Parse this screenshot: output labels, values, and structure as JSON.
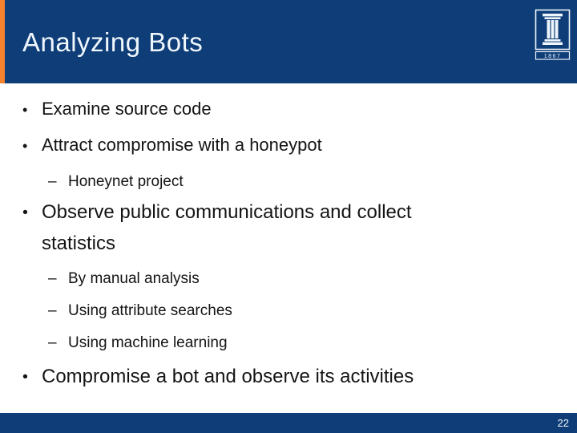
{
  "slide": {
    "title": "Analyzing Bots",
    "page_number": "22",
    "logo": {
      "year": "1867"
    },
    "markers": {
      "level1": "•",
      "level2": "–"
    },
    "bullets": [
      {
        "level": 1,
        "text": "Examine source code"
      },
      {
        "level": 1,
        "text": "Attract compromise with a honeypot"
      },
      {
        "level": 2,
        "text": "Honeynet project"
      },
      {
        "level": 1,
        "text": "Observe public communications and collect statistics"
      },
      {
        "level": 2,
        "text": "By manual analysis"
      },
      {
        "level": 2,
        "text": "Using attribute searches"
      },
      {
        "level": 2,
        "text": "Using machine learning"
      },
      {
        "level": 1,
        "text": "Compromise a bot and observe its activities"
      }
    ],
    "colors": {
      "header_blue": "#0e3d78",
      "accent_orange": "#f5822d",
      "title_text": "#eff6fc",
      "body_text": "#141414"
    }
  }
}
